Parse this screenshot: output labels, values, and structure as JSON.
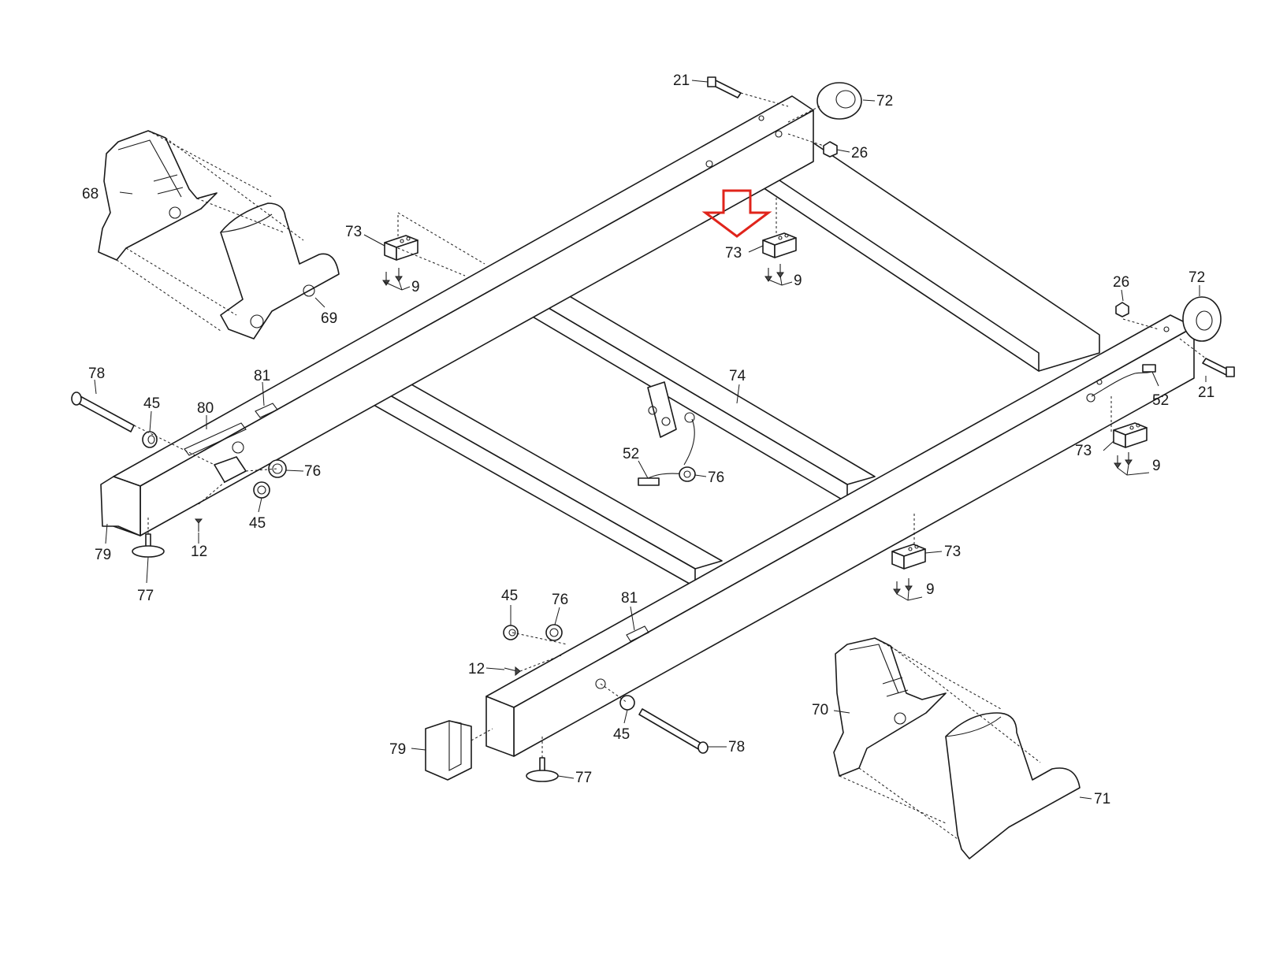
{
  "diagram": {
    "highlight_color": "#e0241b",
    "line_color": "#1a1a1a",
    "background": "#ffffff"
  },
  "callouts": {
    "c21_top": "21",
    "c72_top": "72",
    "c26_top": "26",
    "c68": "68",
    "c69": "69",
    "c73_left": "73",
    "c9_left": "9",
    "c73_center": "73",
    "c9_center": "9",
    "c26_right": "26",
    "c72_right": "72",
    "c21_right": "21",
    "c52_right": "52",
    "c73_right": "73",
    "c9_right": "9",
    "c74": "74",
    "c78_left": "78",
    "c45_left": "45",
    "c80": "80",
    "c81_left": "81",
    "c76_left": "76",
    "c45_left_low": "45",
    "c79_left": "79",
    "c12_left": "12",
    "c77_left": "77",
    "c52_center": "52",
    "c76_center": "76",
    "c73_lower": "73",
    "c9_lower": "9",
    "c45_bottom": "45",
    "c76_bottom": "76",
    "c81_bottom": "81",
    "c12_bottom": "12",
    "c79_bottom": "79",
    "c77_bottom": "77",
    "c45_bottom_right": "45",
    "c78_bottom": "78",
    "c70": "70",
    "c71": "71"
  }
}
